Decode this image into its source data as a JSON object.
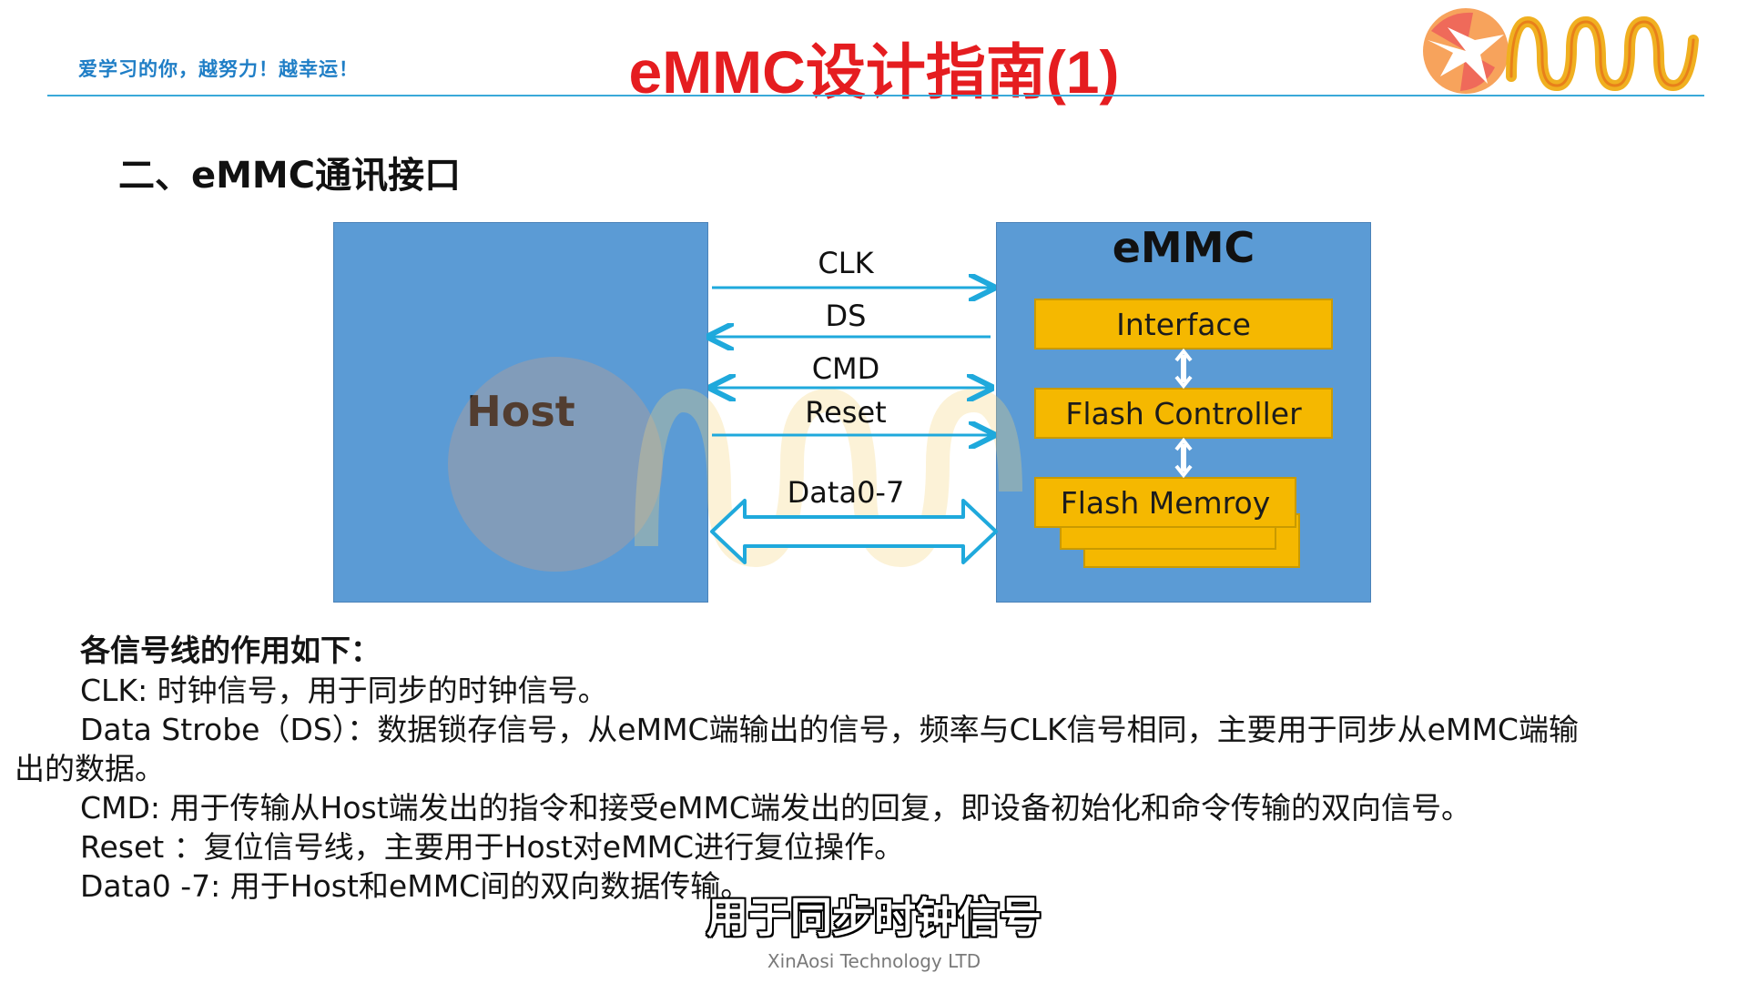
{
  "header": {
    "slogan": "爱学习的你，越努力！越幸运！",
    "title": "eMMC设计指南(1)"
  },
  "section": {
    "heading": "二、eMMC通讯接口"
  },
  "diagram": {
    "host_label": "Host",
    "emmc_label": "eMMC",
    "blocks": {
      "interface": "Interface",
      "flash_controller": "Flash Controller",
      "flash_memory": "Flash Memroy"
    },
    "signals": {
      "clk": "CLK",
      "ds": "DS",
      "cmd": "CMD",
      "reset": "Reset",
      "data": "Data0-7"
    },
    "colors": {
      "box_blue": "#5b9bd5",
      "block_yellow": "#f5b800",
      "arrow_cyan": "#1fa9dc",
      "title_red": "#e51d20"
    }
  },
  "description": {
    "heading": "各信号线的作用如下：",
    "clk": "CLK: 时钟信号，用于同步的时钟信号。",
    "ds_1": "Data Strobe（DS）：数据锁存信号，从eMMC端输出的信号，频率与CLK信号相同，主要用于同步从eMMC端输",
    "ds_2": "出的数据。",
    "cmd": "CMD: 用于传输从Host端发出的指令和接受eMMC端发出的回复，即设备初始化和命令传输的双向信号。",
    "reset": "Reset ：复位信号线，主要用于Host对eMMC进行复位操作。",
    "data": "Data0 -7: 用于Host和eMMC间的双向数据传输。"
  },
  "subtitle": "用于同步时钟信号",
  "footer": "XinAosi Technology LTD"
}
